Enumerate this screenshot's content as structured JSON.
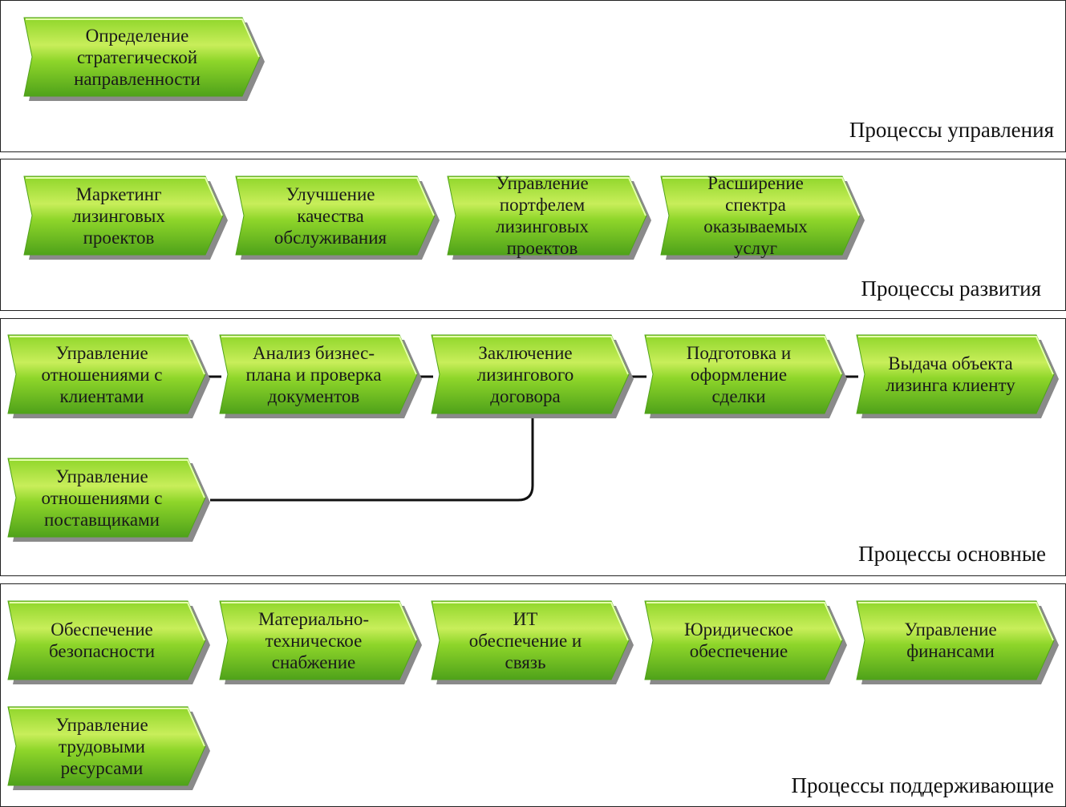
{
  "panels": [
    {
      "label": "Процессы управления",
      "processes": [
        "Определение\nстратегической\nнаправленности"
      ]
    },
    {
      "label": "Процессы развития",
      "processes": [
        "Маркетинг\nлизинговых\nпроектов",
        "Улучшение\nкачества\nобслуживания",
        "Управление\nпортфелем\nлизинговых\nпроектов",
        "Расширение\nспектра\nоказываемых\nуслуг"
      ]
    },
    {
      "label": "Процессы основные",
      "processes": [
        "Управление\nотношениями с\nклиентами",
        "Анализ бизнес-\nплана и проверка\nдокументов",
        "Заключение\nлизингового\nдоговора",
        "Подготовка и\nоформление\nсделки",
        "Выдача объекта\nлизинга клиенту",
        "Управление\nотношениями с\nпоставщиками"
      ]
    },
    {
      "label": "Процессы поддерживающие",
      "processes": [
        "Обеспечение\nбезопасности",
        "Материально-\nтехническое\nснабжение",
        "ИТ\nобеспечение и\nсвязь",
        "Юридическое\nобеспечение",
        "Управление\nфинансами",
        "Управление\nтрудовыми\nресурсами"
      ]
    }
  ],
  "colors": {
    "chevron_light": "#c8ee5a",
    "chevron_mid": "#8fd62a",
    "chevron_dark": "#4fa21a",
    "chevron_shadow": "#8a8a8a",
    "border": "#222222",
    "connector": "#111111"
  }
}
